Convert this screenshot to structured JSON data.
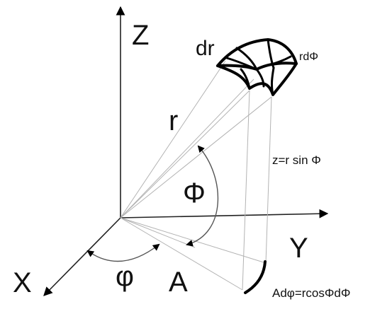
{
  "labels": {
    "z_axis": "Z",
    "y_axis": "Y",
    "x_axis": "X",
    "dr": "dr",
    "r_dphi_upper": "rdΦ",
    "r": "r",
    "z_eq": "z=r sin Φ",
    "Phi": "Φ",
    "phi": "φ",
    "A": "A",
    "arc_eq": "Adφ=rcosΦdΦ"
  },
  "colors": {
    "ink": "#000000",
    "axis": "#222222",
    "construction_lines": "#b3b3b3"
  }
}
